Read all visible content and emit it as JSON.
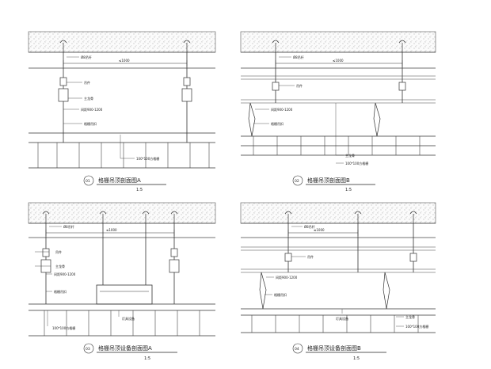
{
  "panels": [
    {
      "number": "01",
      "title": "格栅吊顶剖面图A",
      "scale": "1:5",
      "labels": {
        "rod": "Ø8吊杆",
        "dim": "≤1000",
        "hanger": "吊件",
        "main_keel": "主龙骨",
        "spacing": "间距900-1200",
        "grille_clip": "格栅吊扣",
        "square_tube": "100*100方格栅"
      }
    },
    {
      "number": "02",
      "title": "格栅吊顶剖面图B",
      "scale": "1:5",
      "labels": {
        "rod": "Ø8吊杆",
        "dim": "≤1000",
        "hanger": "吊件",
        "spacing": "间距900-1200",
        "grille_clip": "格栅吊扣",
        "main_keel": "主龙骨",
        "square_tube": "100*100方格栅"
      }
    },
    {
      "number": "03",
      "title": "格栅吊顶设备剖面图A",
      "scale": "1:5",
      "labels": {
        "rod": "Ø8吊杆",
        "dim": "≤1000",
        "hanger": "吊件",
        "main_keel": "主龙骨",
        "spacing": "间距900-1200",
        "grille_clip": "格栅吊扣",
        "square_tube": "100*100方格栅",
        "fixture": "灯具设备"
      }
    },
    {
      "number": "04",
      "title": "格栅吊顶设备剖面图B",
      "scale": "1:5",
      "labels": {
        "rod": "Ø8吊杆",
        "dim": "≤1000",
        "hanger": "吊件",
        "spacing": "间距900-1200",
        "grille_clip": "格栅吊扣",
        "main_keel": "主龙骨",
        "square_tube": "100*100方格栅",
        "fixture": "灯具设备"
      }
    }
  ]
}
